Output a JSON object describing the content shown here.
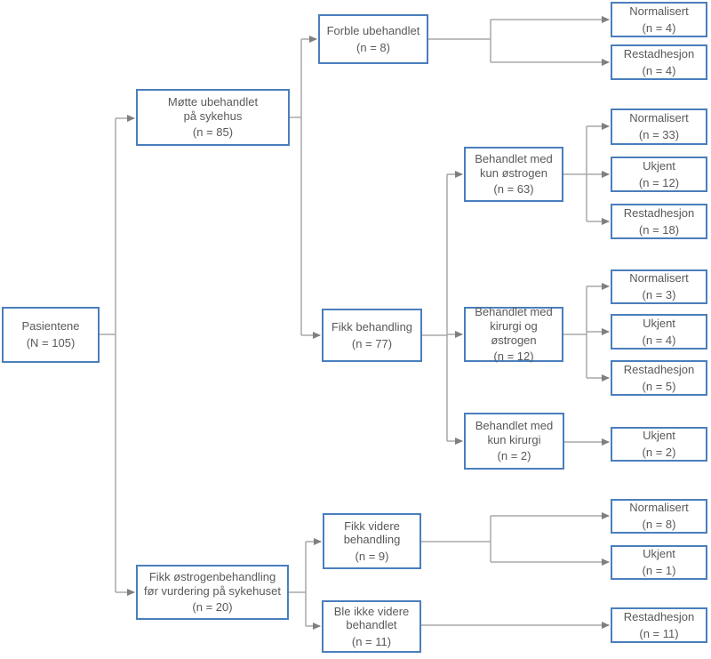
{
  "colors": {
    "box_border": "#4a7ebc",
    "line": "#a9a9a9",
    "arrow_head": "#7f7f7f",
    "text": "#595959"
  },
  "nodes": {
    "root": {
      "label": "Pasientene",
      "count": "(N = 105)"
    },
    "met_untreated": {
      "label": "Møtte ubehandlet\npå sykehus",
      "count": "(n = 85)"
    },
    "estrogen_before": {
      "label": "Fikk østrogenbehandling\nfør vurdering på sykehuset",
      "count": "(n = 20)"
    },
    "remained_untreated": {
      "label": "Forble ubehandlet",
      "count": "(n = 8)"
    },
    "got_treatment": {
      "label": "Fikk behandling",
      "count": "(n = 77)"
    },
    "estrogen_only": {
      "label": "Behandlet med\nkun østrogen",
      "count": "(n = 63)"
    },
    "surgery_estrogen": {
      "label": "Behandlet med\nkirurgi og østrogen",
      "count": "(n = 12)"
    },
    "surgery_only": {
      "label": "Behandlet med\nkun kirurgi",
      "count": "(n = 2)"
    },
    "further_treatment": {
      "label": "Fikk videre\nbehandling",
      "count": "(n = 9)"
    },
    "no_further_treatment": {
      "label": "Ble ikke videre\nbehandlet",
      "count": "(n = 11)"
    },
    "out_norm4": {
      "label": "Normalisert",
      "count": "(n = 4)"
    },
    "out_rest4": {
      "label": "Restadhesjon",
      "count": "(n = 4)"
    },
    "out_norm33": {
      "label": "Normalisert",
      "count": "(n = 33)"
    },
    "out_ukjent12": {
      "label": "Ukjent",
      "count": "(n = 12)"
    },
    "out_rest18": {
      "label": "Restadhesjon",
      "count": "(n = 18)"
    },
    "out_norm3": {
      "label": "Normalisert",
      "count": "(n = 3)"
    },
    "out_ukjent4": {
      "label": "Ukjent",
      "count": "(n = 4)"
    },
    "out_rest5": {
      "label": "Restadhesjon",
      "count": "(n = 5)"
    },
    "out_ukjent2": {
      "label": "Ukjent",
      "count": "(n = 2)"
    },
    "out_norm8": {
      "label": "Normalisert",
      "count": "(n = 8)"
    },
    "out_ukjent1": {
      "label": "Ukjent",
      "count": "(n = 1)"
    },
    "out_rest11": {
      "label": "Restadhesjon",
      "count": "(n = 11)"
    }
  }
}
